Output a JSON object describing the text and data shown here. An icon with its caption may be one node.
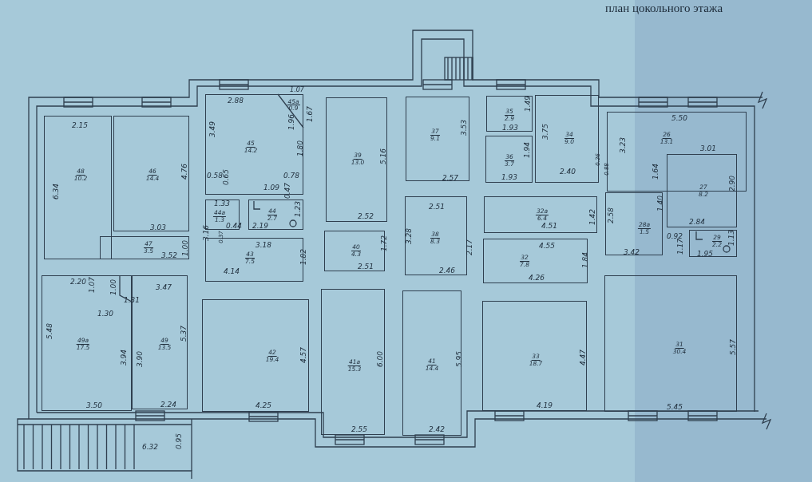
{
  "diagram": {
    "title": "план цокольного этажа",
    "nodes": [
      {
        "text": [
          "48",
          "10.2"
        ]
      },
      {
        "text": [
          "46",
          "14.4"
        ]
      },
      {
        "text": [
          "45",
          "14.2"
        ]
      },
      {
        "text": [
          "45а",
          "0.9"
        ],
        "in": 2
      },
      {
        "text": [
          "39",
          "13.0"
        ]
      },
      {
        "text": [
          "37",
          "9.1"
        ]
      },
      {
        "text": [
          "35",
          "2.9"
        ]
      },
      {
        "text": [
          "34",
          "9.0"
        ]
      },
      {
        "text": [
          "36",
          "3.7"
        ]
      },
      {
        "text": [
          "26",
          "13.1"
        ]
      },
      {
        "text": [
          "27",
          "8.2"
        ]
      },
      {
        "text": [
          "44а",
          "1.3"
        ]
      },
      {
        "text": [
          "44",
          "2.7"
        ]
      },
      {
        "text": [
          "38",
          "8.3"
        ]
      },
      {
        "text": [
          "32а",
          "6.4"
        ]
      },
      {
        "text": [
          "28а",
          "1.5"
        ]
      },
      {
        "text": [
          "47",
          "3.5"
        ]
      },
      {
        "text": [
          "43",
          "7.5"
        ]
      },
      {
        "text": [
          "40",
          "4.3"
        ]
      },
      {
        "text": [
          "32",
          "7.8"
        ]
      },
      {
        "text": [
          "29",
          "2.2"
        ]
      },
      {
        "text": [
          "49а",
          "17.5"
        ]
      },
      {
        "text": [
          "49",
          "13.5"
        ]
      },
      {
        "text": [
          "42",
          "19.4"
        ]
      },
      {
        "text": [
          "41а",
          "15.3"
        ]
      },
      {
        "text": [
          "41",
          "14.4"
        ]
      },
      {
        "text": [
          "33",
          "18.7"
        ]
      },
      {
        "text": [
          "31",
          "30.4"
        ]
      }
    ],
    "labels": [
      "2.15",
      "4.76",
      "6.34",
      "3.03",
      "1.00",
      "3.52",
      "2.20",
      "1.07",
      "1.00",
      "3.47",
      "1.31",
      "1.30",
      "5.48",
      "5.37",
      "3.94",
      "3.90",
      "3.50",
      "2.24",
      "6.32",
      "0.95",
      "1.07",
      "2.88",
      "1.67",
      "3.49",
      "1.96",
      "1.80",
      "0.58",
      "0.65",
      "0.78",
      "1.09",
      "0.47",
      "1.33",
      "1.23",
      "0.44",
      "2.19",
      "3.16",
      "0.37",
      "3.18",
      "1.82",
      "4.14",
      "2.52",
      "1.72",
      "2.51",
      "5.16",
      "4.57",
      "4.25",
      "6.00",
      "2.55",
      "3.53",
      "1.49",
      "1.93",
      "3.75",
      "1.94",
      "1.93",
      "2.40",
      "2.57",
      "0.26",
      "0.88",
      "3.23",
      "2.51",
      "3.28",
      "2.17",
      "2.46",
      "4.51",
      "1.42",
      "4.55",
      "1.84",
      "4.26",
      "5.95",
      "2.42",
      "4.47",
      "4.19",
      "5.50",
      "3.01",
      "2.90",
      "1.64",
      "1.40",
      "2.58",
      "2.84",
      "0.92",
      "1.17",
      "1.13",
      "3.42",
      "1.95",
      "5.57",
      "5.45"
    ]
  }
}
